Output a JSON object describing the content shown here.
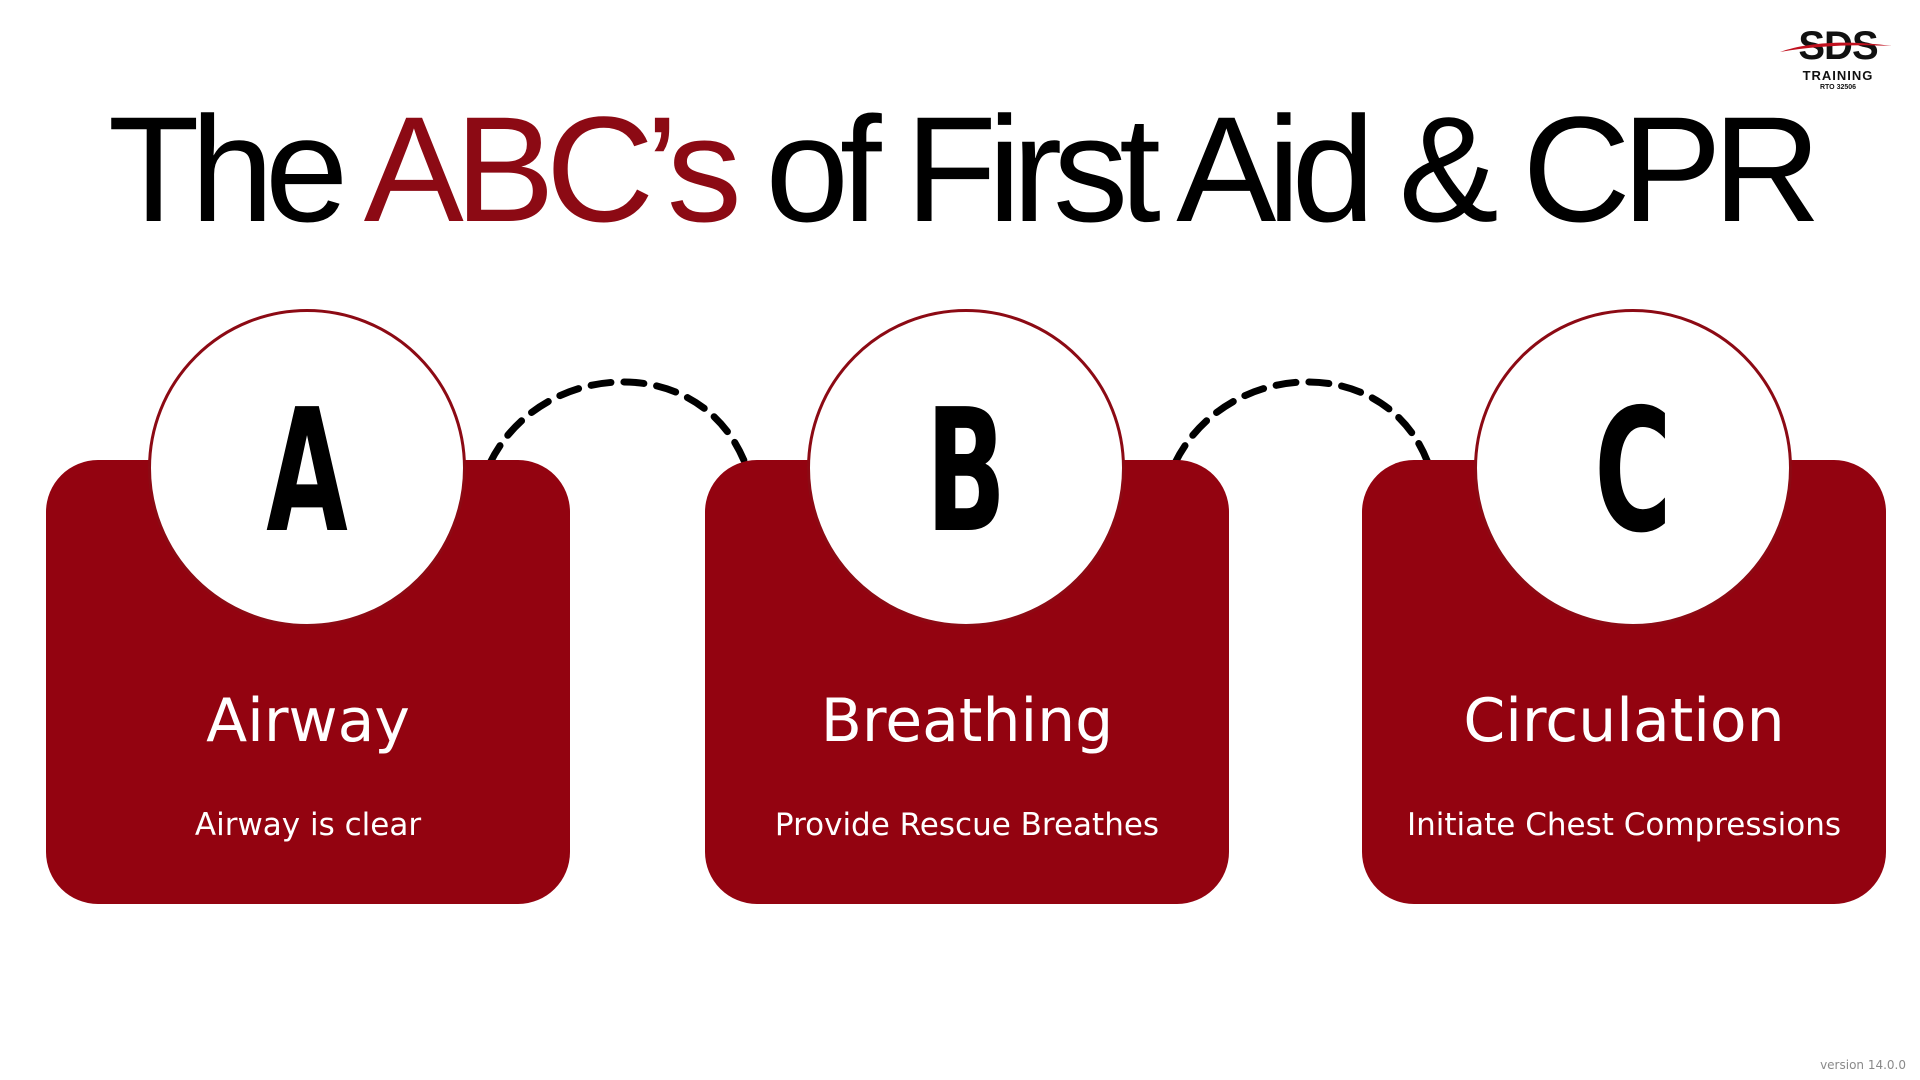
{
  "title": {
    "before": "The ",
    "accent": "ABC’s",
    "after": " of First Aid & CPR",
    "accent_color": "#8c0a14"
  },
  "logo": {
    "main": "SDS",
    "sub": "TRAINING",
    "rto": "RTO 32506"
  },
  "colors": {
    "card": "#930310",
    "text": "#000000",
    "background": "#ffffff"
  },
  "steps": [
    {
      "letter": "A",
      "title": "Airway",
      "description": "Airway is clear"
    },
    {
      "letter": "B",
      "title": "Breathing",
      "description": "Provide Rescue Breathes"
    },
    {
      "letter": "C",
      "title": "Circulation",
      "description": "Initiate Chest Compressions"
    }
  ],
  "version": "version 14.0.0"
}
